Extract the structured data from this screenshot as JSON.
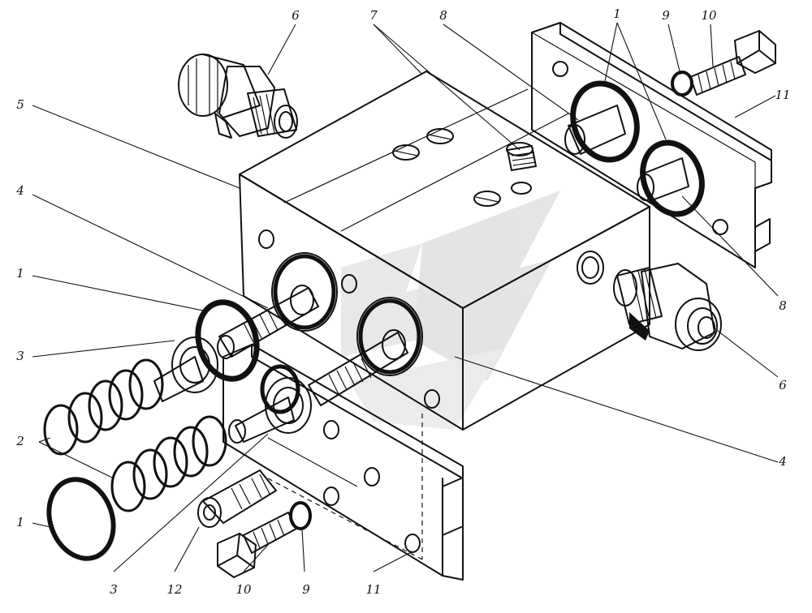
{
  "callouts": {
    "c1_top": "1",
    "c1_left": "1",
    "c1_bottom": "1",
    "c2": "2",
    "c3_left": "3",
    "c3_bottom": "3",
    "c4_left": "4",
    "c4_right": "4",
    "c5": "5",
    "c6_top": "6",
    "c6_right": "6",
    "c7": "7",
    "c8_top": "8",
    "c8_right": "8",
    "c9_top": "9",
    "c9_bottom": "9",
    "c10_top": "10",
    "c10_bottom": "10",
    "c11_top": "11",
    "c11_bottom": "11",
    "c12": "12"
  },
  "colors": {
    "ink": "#111111",
    "paper": "#ffffff",
    "watermark": "#d6d6d6"
  },
  "icon_names": [
    "watermark-logo"
  ]
}
